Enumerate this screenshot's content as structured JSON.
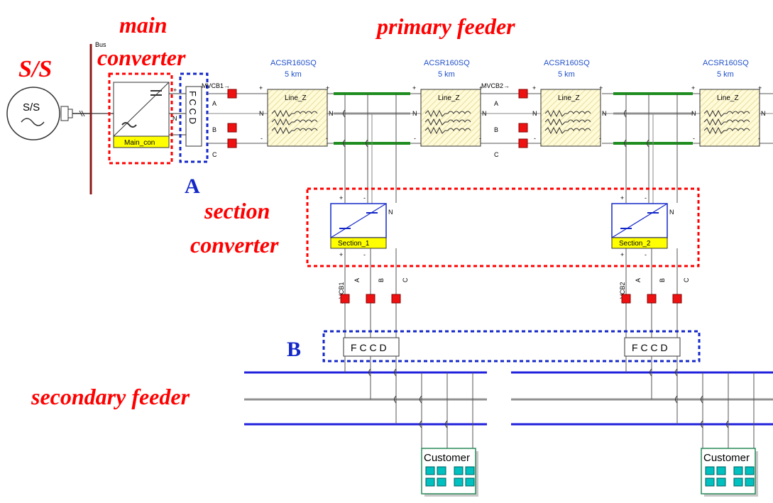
{
  "labels": {
    "ss": "S/S",
    "main": "main",
    "converter": "converter",
    "primary_feeder": "primary feeder",
    "section": "section",
    "section_converter": "converter",
    "secondary_feeder": "secondary feeder",
    "A": "A",
    "B": "B"
  },
  "source": {
    "label": "S/S"
  },
  "bus": {
    "label": "Bus"
  },
  "main_converter": {
    "label": "Main_con"
  },
  "fccd_main": {
    "label": "F C C D"
  },
  "lines": [
    {
      "type": "ACSR160SQ",
      "length": "5 km",
      "label": "Line_Z"
    },
    {
      "type": "ACSR160SQ",
      "length": "5 km",
      "label": "Line_Z"
    },
    {
      "type": "ACSR160SQ",
      "length": "5 km",
      "label": "Line_Z"
    },
    {
      "type": "ACSR160SQ",
      "length": "5 km",
      "label": "Line_Z"
    }
  ],
  "breakers": {
    "mvcb1": "MVCB1",
    "mvcb2": "MVCB2",
    "vcb1": "VCB1",
    "vcb2": "VCB2"
  },
  "phases": {
    "a": "A",
    "b": "B",
    "c": "C",
    "n": "N",
    "plus": "+",
    "minus": "-"
  },
  "section_converters": [
    {
      "label": "Section_1"
    },
    {
      "label": "Section_2"
    }
  ],
  "fccd_secondary": [
    {
      "label": "F C C D"
    },
    {
      "label": "F C C D"
    }
  ],
  "customers": [
    {
      "label": "Customer"
    },
    {
      "label": "Customer"
    }
  ],
  "colors": {
    "red_label": "#ff0000",
    "blue_label": "#1428c8",
    "feeder_green": "#1e8c1e",
    "feeder_blue": "#2020dd",
    "neutral_gray": "#909090",
    "converter_yellow": "#ffff00",
    "breaker_red": "#ee1111",
    "bus_maroon": "#8b1a1a",
    "customer_teal": "#00c0c0",
    "line_hatch": "#fffbd0"
  }
}
